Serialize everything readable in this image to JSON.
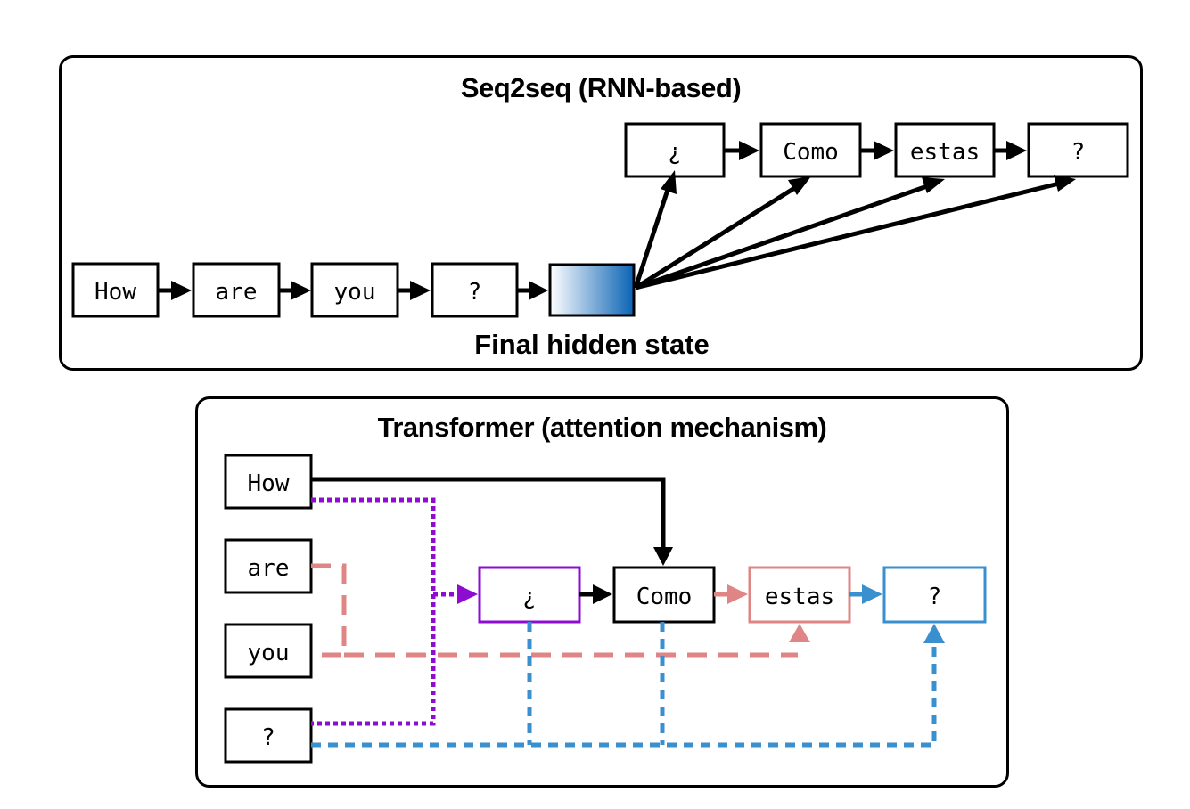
{
  "seq2seq": {
    "title": "Seq2seq (RNN-based)",
    "encoder_tokens": [
      "How",
      "are",
      "you",
      "?"
    ],
    "decoder_tokens": [
      "¿",
      "Como",
      "estas",
      "?"
    ],
    "hidden_state_label": "Final hidden state"
  },
  "transformer": {
    "title": "Transformer (attention mechanism)",
    "encoder_tokens": [
      "How",
      "are",
      "you",
      "?"
    ],
    "decoder_tokens": [
      "¿",
      "Como",
      "estas",
      "?"
    ]
  },
  "colors": {
    "black": "#000000",
    "purple": "#8e0bd1",
    "pink": "#df8585",
    "blue": "#3a8fcf",
    "hidden_dark": "#0a63b5",
    "hidden_light": "#ffffff"
  }
}
